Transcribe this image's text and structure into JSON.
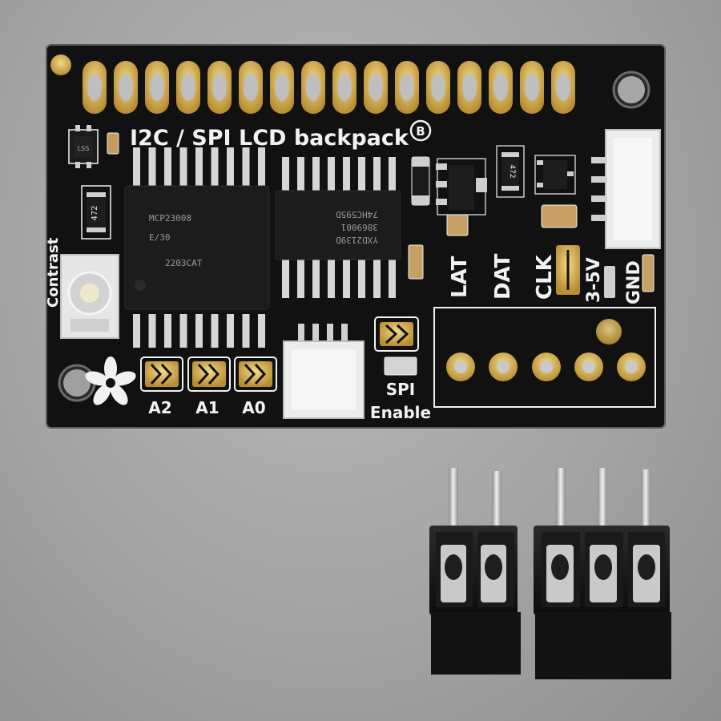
{
  "board": {
    "title": "I2C / SPI LCD backpack",
    "contrast_label": "Contrast",
    "address_jumpers": [
      "A2",
      "A1",
      "A0"
    ],
    "spi_label_1": "SPI",
    "spi_label_2": "Enable",
    "terminal_labels": [
      "LAT",
      "DAT",
      "CLK",
      "3-5V",
      "GND"
    ],
    "chip_mcp_lines": [
      "MCP23008",
      "E/30",
      "2203CAT"
    ],
    "chip_shift_lines": [
      "YXD2139D",
      "3869001",
      "74HC595D"
    ],
    "resistor_codes": [
      "472",
      "472"
    ],
    "ic_small_code": "LSS"
  },
  "terminal_block": {
    "left_pins": 2,
    "right_pins": 3
  },
  "colors": {
    "pcb": "#121212",
    "gold": "#d8b25a",
    "silkscreen": "#f2f2f2",
    "background": "#a8a8a8"
  }
}
